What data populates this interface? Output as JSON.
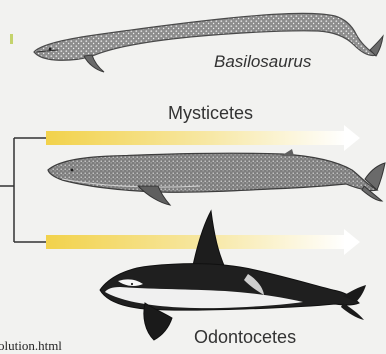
{
  "labels": {
    "basilosaurus": "Basilosaurus",
    "mysticetes": "Mysticetes",
    "odontocetes": "Odontocetes",
    "source_fragment": "olution.html"
  },
  "icons": {
    "basilosaurus": "basilosaurus-illustration",
    "mysticete": "baleen-whale-illustration",
    "odontocete": "orca-illustration",
    "arrow": "gradient-arrow"
  },
  "colors": {
    "background": "#f2f2f0",
    "arrow_start": "#f2d24b",
    "arrow_end": "#ffffff",
    "line": "#333333",
    "label": "#333333",
    "accent_mark": "#c4d36c",
    "whale_dark": "#2a2a2a",
    "whale_mid": "#6f6f6f",
    "whale_light": "#dedede"
  }
}
